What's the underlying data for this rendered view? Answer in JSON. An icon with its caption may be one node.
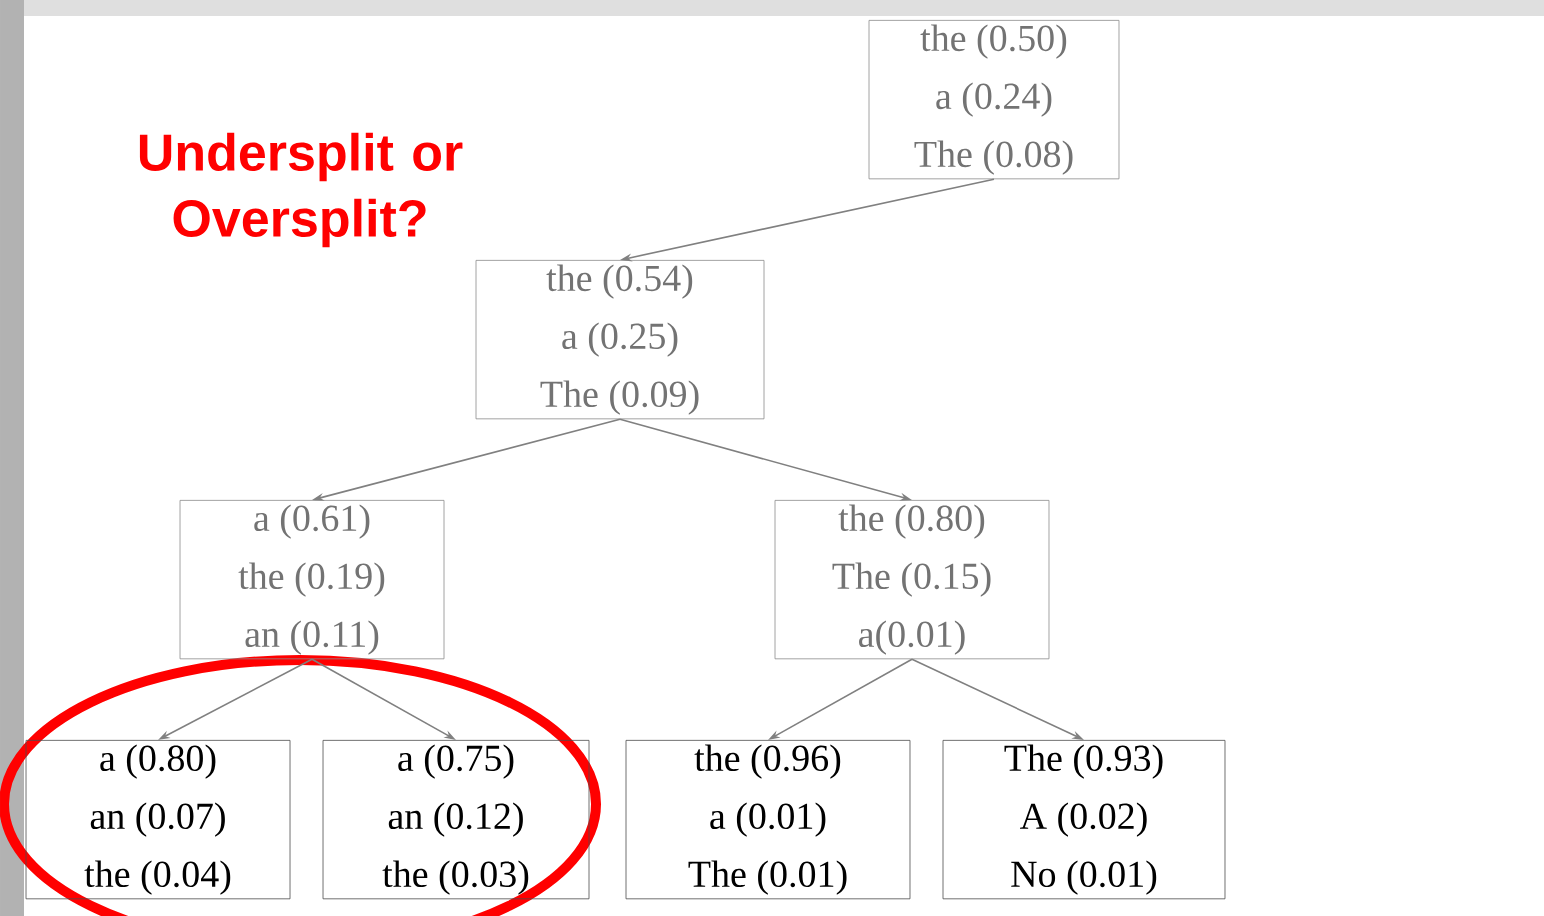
{
  "diagram": {
    "nodes": [
      {
        "text": [
          "the (0.50)",
          "a (0.24)",
          "The (0.08)"
        ]
      },
      {
        "text": [
          "the (0.54)",
          "a (0.25)",
          "The (0.09)"
        ]
      },
      {
        "text": [
          "a (0.61)",
          "the (0.19)",
          "an (0.11)"
        ]
      },
      {
        "text": [
          "the (0.80)",
          "The (0.15)",
          "a(0.01)"
        ]
      },
      {
        "text": [
          "a (0.80)",
          "an (0.07)",
          "the (0.04)"
        ]
      },
      {
        "text": [
          "a (0.75)",
          "an (0.12)",
          "the (0.03)"
        ]
      },
      {
        "text": [
          "the (0.96)",
          "a (0.01)",
          "The (0.01)"
        ]
      },
      {
        "text": [
          "The (0.93)",
          "A (0.02)",
          "No (0.01)"
        ]
      }
    ],
    "edges": [
      {
        "from": 0,
        "to": 1,
        "arrow": "to"
      },
      {
        "from": 1,
        "to": 2,
        "arrow": "to"
      },
      {
        "from": 1,
        "to": 3,
        "arrow": "to"
      },
      {
        "from": 2,
        "to": 4,
        "arrow": "to"
      },
      {
        "from": 2,
        "to": 5,
        "arrow": "to"
      },
      {
        "from": 3,
        "to": 6,
        "arrow": "to"
      },
      {
        "from": 3,
        "to": 7,
        "arrow": "to"
      }
    ],
    "labels": [
      "Undersplit or Oversplit?"
    ]
  }
}
